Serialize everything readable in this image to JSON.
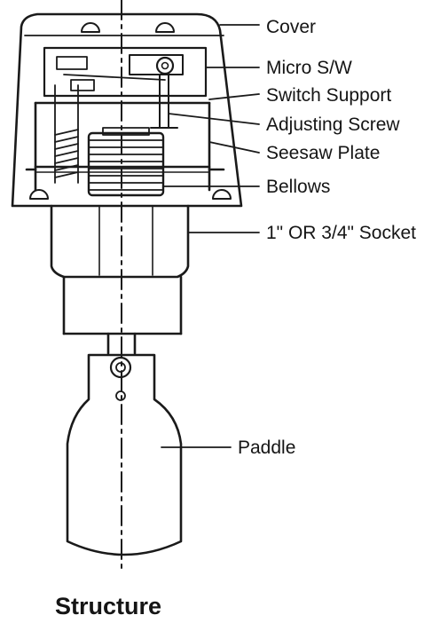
{
  "figure": {
    "caption": "Structure",
    "labels": {
      "cover": "Cover",
      "micro_sw": "Micro S/W",
      "switch_support": "Switch Support",
      "adjusting_screw": "Adjusting Screw",
      "seesaw_plate": "Seesaw Plate",
      "bellows": "Bellows",
      "socket": "1\" OR 3/4\" Socket",
      "paddle": "Paddle"
    }
  }
}
